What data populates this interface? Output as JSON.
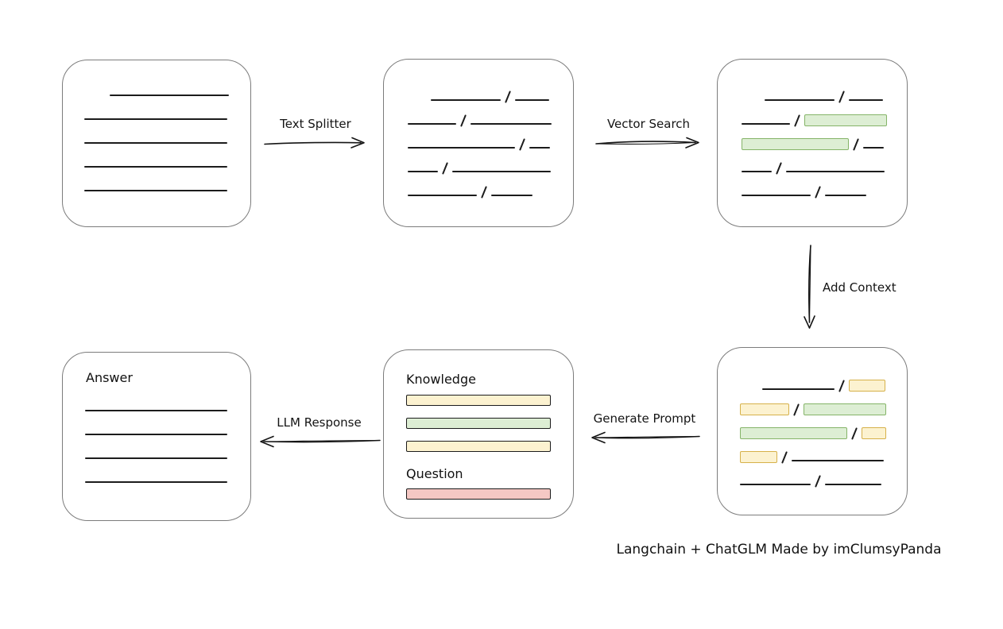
{
  "caption": "Langchain + ChatGLM Made by imClumsyPanda",
  "colors": {
    "background": "#ffffff",
    "box_stroke": "#7c7c7c",
    "line": "#1c1c1c",
    "green_fill": "#ddeed4",
    "green_stroke": "#85b468",
    "yellow_fill": "#fcf2d0",
    "yellow_stroke": "#d6b14a",
    "red_fill": "#f5c8c4",
    "red_stroke": "#c4625c"
  },
  "arrows": {
    "text_splitter": {
      "label": "Text Splitter",
      "direction": "right"
    },
    "vector_search": {
      "label": "Vector Search",
      "direction": "right"
    },
    "add_context": {
      "label": "Add Context",
      "direction": "down"
    },
    "generate_prompt": {
      "label": "Generate Prompt",
      "direction": "left"
    },
    "llm_response": {
      "label": "LLM Response",
      "direction": "left"
    }
  },
  "boxes": {
    "document": {
      "rows": [
        {
          "indent": 32,
          "segs": [
            {
              "t": "line",
              "w": 150
            }
          ]
        },
        {
          "indent": 0,
          "segs": [
            {
              "t": "line",
              "w": 180
            }
          ]
        },
        {
          "indent": 0,
          "segs": [
            {
              "t": "line",
              "w": 180
            }
          ]
        },
        {
          "indent": 0,
          "segs": [
            {
              "t": "line",
              "w": 180
            }
          ]
        },
        {
          "indent": 0,
          "segs": [
            {
              "t": "line",
              "w": 180
            }
          ]
        }
      ]
    },
    "split_chunks": {
      "rows": [
        {
          "indent": 29,
          "segs": [
            {
              "t": "line",
              "w": 88
            },
            {
              "t": "slash"
            },
            {
              "t": "line",
              "w": 43
            }
          ]
        },
        {
          "indent": 0,
          "segs": [
            {
              "t": "line",
              "w": 61
            },
            {
              "t": "slash"
            },
            {
              "t": "line",
              "w": 102
            }
          ]
        },
        {
          "indent": 0,
          "segs": [
            {
              "t": "line",
              "w": 135
            },
            {
              "t": "slash"
            },
            {
              "t": "line",
              "w": 26
            }
          ]
        },
        {
          "indent": 0,
          "segs": [
            {
              "t": "line",
              "w": 38
            },
            {
              "t": "slash"
            },
            {
              "t": "line",
              "w": 124
            }
          ]
        },
        {
          "indent": 0,
          "segs": [
            {
              "t": "line",
              "w": 87
            },
            {
              "t": "slash"
            },
            {
              "t": "line",
              "w": 52
            }
          ]
        }
      ]
    },
    "search_result": {
      "rows": [
        {
          "indent": 29,
          "segs": [
            {
              "t": "line",
              "w": 88
            },
            {
              "t": "slash"
            },
            {
              "t": "line",
              "w": 43
            }
          ]
        },
        {
          "indent": 0,
          "segs": [
            {
              "t": "line",
              "w": 61
            },
            {
              "t": "slash"
            },
            {
              "t": "chunk",
              "c": "green",
              "w": 104
            }
          ]
        },
        {
          "indent": 0,
          "segs": [
            {
              "t": "chunk",
              "c": "green",
              "w": 135
            },
            {
              "t": "slash"
            },
            {
              "t": "line",
              "w": 26
            }
          ]
        },
        {
          "indent": 0,
          "segs": [
            {
              "t": "line",
              "w": 38
            },
            {
              "t": "slash"
            },
            {
              "t": "line",
              "w": 124
            }
          ]
        },
        {
          "indent": 0,
          "segs": [
            {
              "t": "line",
              "w": 87
            },
            {
              "t": "slash"
            },
            {
              "t": "line",
              "w": 52
            }
          ]
        }
      ]
    },
    "context_selection": {
      "rows": [
        {
          "indent": 28,
          "segs": [
            {
              "t": "line",
              "w": 91
            },
            {
              "t": "slash"
            },
            {
              "t": "chunk",
              "c": "yellow",
              "w": 46
            }
          ]
        },
        {
          "indent": 0,
          "segs": [
            {
              "t": "chunk",
              "c": "yellow",
              "w": 62
            },
            {
              "t": "slash"
            },
            {
              "t": "chunk",
              "c": "green",
              "w": 104
            }
          ]
        },
        {
          "indent": 0,
          "segs": [
            {
              "t": "chunk",
              "c": "green",
              "w": 135
            },
            {
              "t": "slash"
            },
            {
              "t": "chunk",
              "c": "yellow",
              "w": 31
            }
          ]
        },
        {
          "indent": 0,
          "segs": [
            {
              "t": "chunk",
              "c": "yellow",
              "w": 47
            },
            {
              "t": "slash"
            },
            {
              "t": "line",
              "w": 116
            }
          ]
        },
        {
          "indent": 0,
          "segs": [
            {
              "t": "line",
              "w": 89
            },
            {
              "t": "slash"
            },
            {
              "t": "line",
              "w": 71
            }
          ]
        }
      ]
    },
    "prompt": {
      "knowledge_label": "Knowledge",
      "question_label": "Question",
      "knowledge_bars": [
        {
          "color": "yellow"
        },
        {
          "color": "green"
        },
        {
          "color": "yellow"
        }
      ],
      "question_bars": [
        {
          "color": "red"
        }
      ]
    },
    "answer": {
      "label": "Answer",
      "rows": [
        {
          "indent": 0,
          "segs": [
            {
              "t": "line",
              "w": 179
            }
          ]
        },
        {
          "indent": 0,
          "segs": [
            {
              "t": "line",
              "w": 179
            }
          ]
        },
        {
          "indent": 0,
          "segs": [
            {
              "t": "line",
              "w": 179
            }
          ]
        },
        {
          "indent": 0,
          "segs": [
            {
              "t": "line",
              "w": 179
            }
          ]
        }
      ]
    }
  }
}
